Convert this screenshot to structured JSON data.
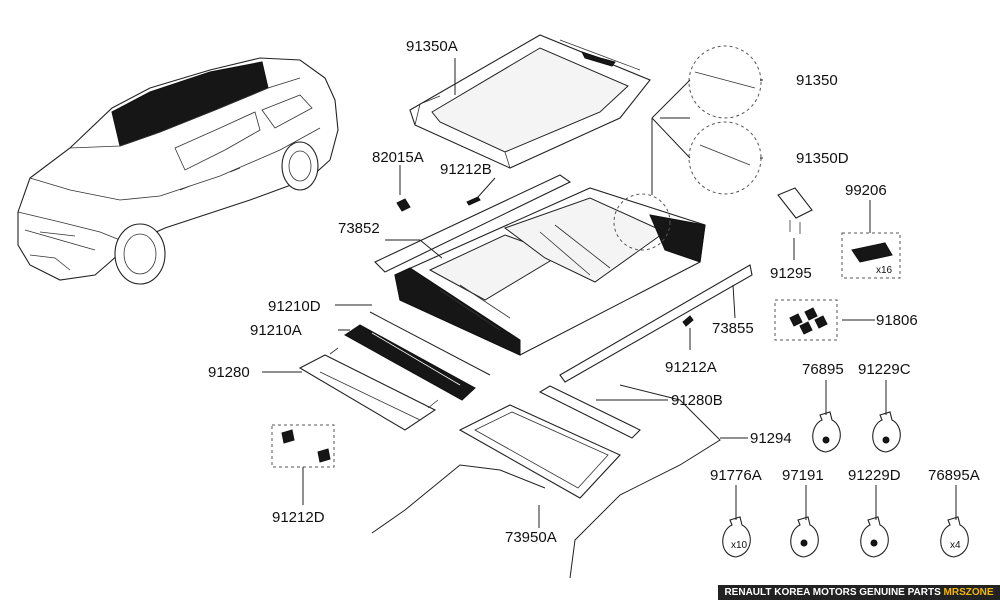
{
  "diagram": {
    "part_labels": {
      "p91350A": "91350A",
      "p82015A": "82015A",
      "p91212B": "91212B",
      "p73852": "73852",
      "p91210D": "91210D",
      "p91210A": "91210A",
      "p91280": "91280",
      "p91212D": "91212D",
      "p91350": "91350",
      "p91350D": "91350D",
      "p99206": "99206",
      "p91295": "91295",
      "p91806": "91806",
      "p73855": "73855",
      "p91212A": "91212A",
      "p76895": "76895",
      "p91229C": "91229C",
      "p91280B": "91280B",
      "p91294": "91294",
      "p73950A": "73950A",
      "p91776A": "91776A",
      "p97191": "97191",
      "p91229D": "91229D",
      "p76895A": "76895A"
    },
    "quantities": {
      "q99206": "x16",
      "q91776A": "x10",
      "q76895A": "x4"
    }
  },
  "footer": {
    "text": "RENAULT KOREA MOTORS GENUINE PARTS",
    "accent": "MRSZONE"
  },
  "colors": {
    "ink": "#222222",
    "footer_bg": "#222222",
    "footer_accent": "#f2b705"
  }
}
